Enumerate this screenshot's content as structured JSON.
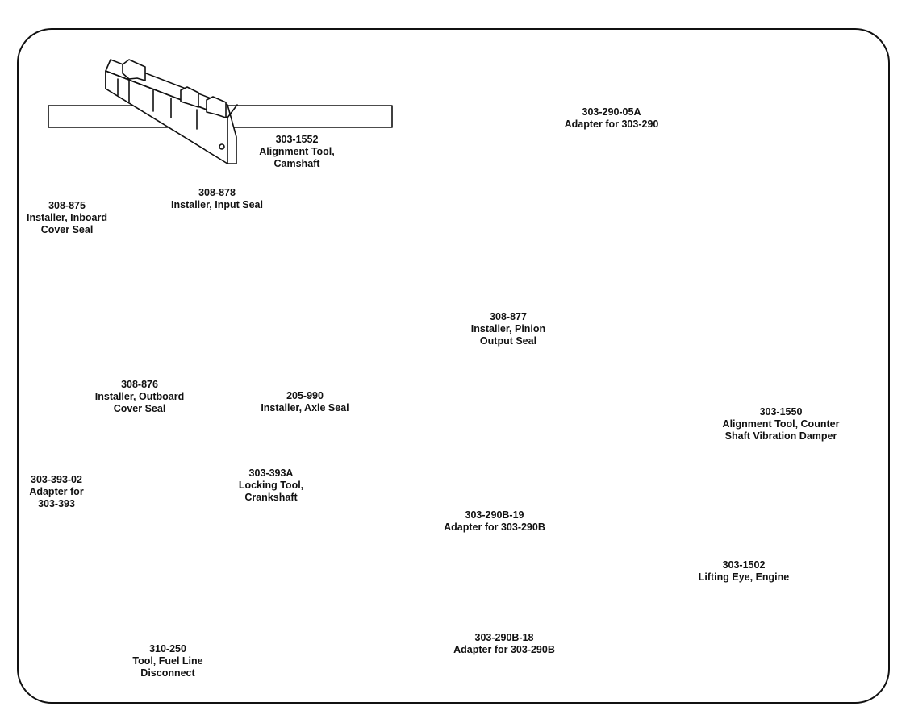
{
  "tools": {
    "camshaft_align": {
      "part": "303-1552",
      "l1": "Alignment Tool,",
      "l2": "Camshaft"
    },
    "adapter_290_05a": {
      "part": "303-290-05A",
      "l1": "Adapter for 303-290"
    },
    "inboard_seal": {
      "part": "308-875",
      "l1": "Installer, Inboard",
      "l2": "Cover Seal"
    },
    "input_seal": {
      "part": "308-878",
      "l1": "Installer, Input Seal"
    },
    "outboard_seal": {
      "part": "308-876",
      "l1": "Installer, Outboard",
      "l2": "Cover Seal"
    },
    "axle_seal": {
      "part": "205-990",
      "l1": "Installer, Axle Seal"
    },
    "pinion_seal": {
      "part": "308-877",
      "l1": "Installer, Pinion",
      "l2": "Output Seal"
    },
    "vibration_damper": {
      "part": "303-1550",
      "l1": "Alignment Tool, Counter",
      "l2": "Shaft Vibration Damper"
    },
    "adapter_393_02": {
      "part": "303-393-02",
      "l1": "Adapter for",
      "l2": "303-393"
    },
    "crank_lock": {
      "part": "303-393A",
      "l1": "Locking Tool,",
      "l2": "Crankshaft"
    },
    "adapter_290b_19": {
      "part": "303-290B-19",
      "l1": "Adapter for 303-290B"
    },
    "lifting_eye": {
      "part": "303-1502",
      "l1": "Lifting Eye, Engine"
    },
    "fuel_line": {
      "part": "310-250",
      "l1": "Tool, Fuel Line",
      "l2": "Disconnect"
    },
    "adapter_290b_18": {
      "part": "303-290B-18",
      "l1": "Adapter for 303-290B"
    }
  }
}
